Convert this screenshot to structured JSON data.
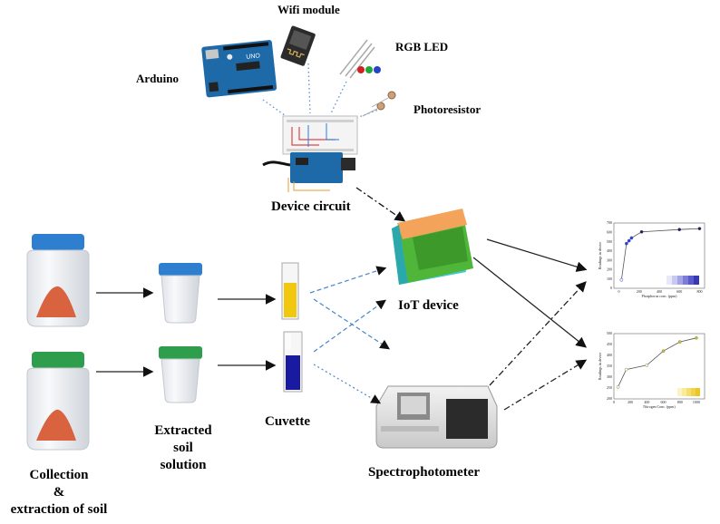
{
  "labels": {
    "wifi_module": "Wifi module",
    "rgb_led": "RGB LED",
    "arduino": "Arduino",
    "photoresistor": "Photoresistor",
    "device_circuit": "Device circuit",
    "iot_device": "IoT device",
    "collection_line1": "Collection",
    "collection_line2": "&",
    "collection_line3": "extraction of soil",
    "extracted_line1": "Extracted",
    "extracted_line2": "soil",
    "extracted_line3": "solution",
    "cuvette": "Cuvette",
    "spectrophotometer": "Spectrophotometer"
  },
  "colors": {
    "yellow_solution": "#f2c80f",
    "blue_solution": "#1a1aa0",
    "jar_lid_blue": "#2e7fd0",
    "jar_lid_green": "#2e9e4c",
    "soil": "#d9633f",
    "iot_orange": "#f4a35a",
    "iot_green": "#4fb63a",
    "iot_cyan": "#3ec9cc",
    "arrow_dashed_blue": "#4a86c5",
    "plot_line_blue": "#3344cc",
    "plot_line_yellow": "#c9c23a"
  },
  "chart_data": [
    {
      "type": "line",
      "xlabel": "Phosphorus conc. (ppm)",
      "ylabel": "Readings in device",
      "x_ticks": [
        "0",
        "200",
        "400",
        "600",
        "800"
      ],
      "y_ticks": [
        "0",
        "100",
        "200",
        "300",
        "400",
        "500",
        "600",
        "700"
      ],
      "x": [
        25,
        75,
        100,
        125,
        225,
        600,
        800
      ],
      "y": [
        90,
        480,
        510,
        540,
        605,
        630,
        640
      ],
      "xlim": [
        -50,
        850
      ],
      "ylim": [
        0,
        700
      ]
    },
    {
      "type": "line",
      "xlabel": "Nitrogen Conc. (ppm)",
      "ylabel": "Readings in device",
      "x_ticks": [
        "0",
        "200",
        "400",
        "600",
        "800",
        "1000"
      ],
      "y_ticks": [
        "200",
        "250",
        "300",
        "350",
        "400",
        "450",
        "500"
      ],
      "x": [
        50,
        150,
        400,
        600,
        800,
        1000
      ],
      "y": [
        255,
        335,
        355,
        420,
        462,
        480
      ],
      "xlim": [
        0,
        1100
      ],
      "ylim": [
        200,
        500
      ]
    }
  ]
}
